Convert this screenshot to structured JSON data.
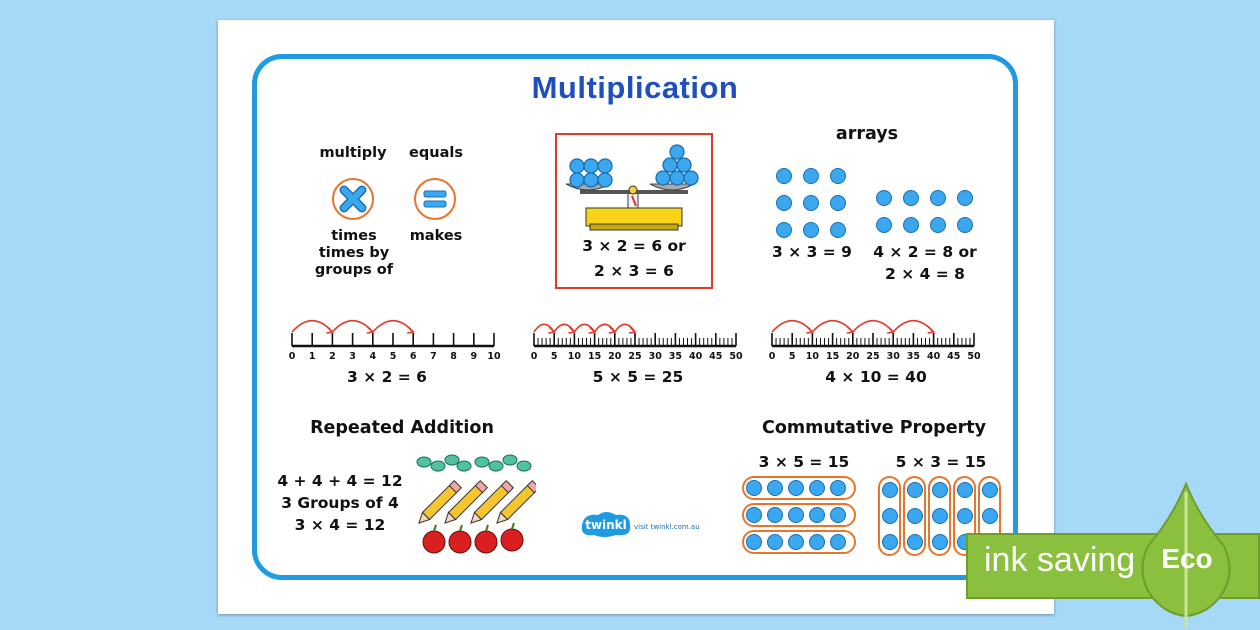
{
  "title": "Multiplication",
  "vocab": {
    "multiply_label": "multiply",
    "equals_label": "equals",
    "times_synonyms": [
      "times",
      "times by",
      "groups of"
    ],
    "makes_label": "makes"
  },
  "balance": {
    "line1": "3 × 2 = 6 or",
    "line2": "2 × 3 = 6"
  },
  "arrays": {
    "heading": "arrays",
    "array1": {
      "rows": 3,
      "cols": 3,
      "equation": "3 × 3 = 9"
    },
    "array2": {
      "rows": 2,
      "cols": 4,
      "equation_line1": "4 × 2 = 8 or",
      "equation_line2": "2 × 4 = 8"
    }
  },
  "number_lines": [
    {
      "labels": [
        "0",
        "1",
        "2",
        "3",
        "4",
        "5",
        "6",
        "7",
        "8",
        "9",
        "10"
      ],
      "jumps": 3,
      "jump_size": 2,
      "equation": "3 × 2 = 6"
    },
    {
      "labels": [
        "0",
        "5",
        "10",
        "15",
        "20",
        "25",
        "30",
        "35",
        "40",
        "45",
        "50"
      ],
      "jumps": 5,
      "jump_size": 5,
      "equation": "5 × 5 = 25"
    },
    {
      "labels": [
        "0",
        "5",
        "10",
        "15",
        "20",
        "25",
        "30",
        "35",
        "40",
        "45",
        "50"
      ],
      "jumps": 4,
      "jump_size": 10,
      "equation": "4 × 10 = 40"
    }
  ],
  "repeated_addition": {
    "heading": "Repeated Addition",
    "lines": [
      "4 + 4 + 4 = 12",
      "3 Groups of 4",
      "3 × 4 = 12"
    ]
  },
  "commutative": {
    "heading": "Commutative Property",
    "left_equation": "3 × 5 = 15",
    "right_equation": "5 × 3 = 15"
  },
  "brand": {
    "name": "twinkl",
    "url": "visit twinkl.com.au"
  },
  "eco_badge": {
    "text": "ink saving",
    "word": "Eco",
    "color": "#8ac03e"
  },
  "colors": {
    "frame": "#1e9be3",
    "title": "#1f4fbf",
    "dot": "#3aa7ef",
    "accent": "#e8752b",
    "highlight_box": "#e2382b"
  }
}
